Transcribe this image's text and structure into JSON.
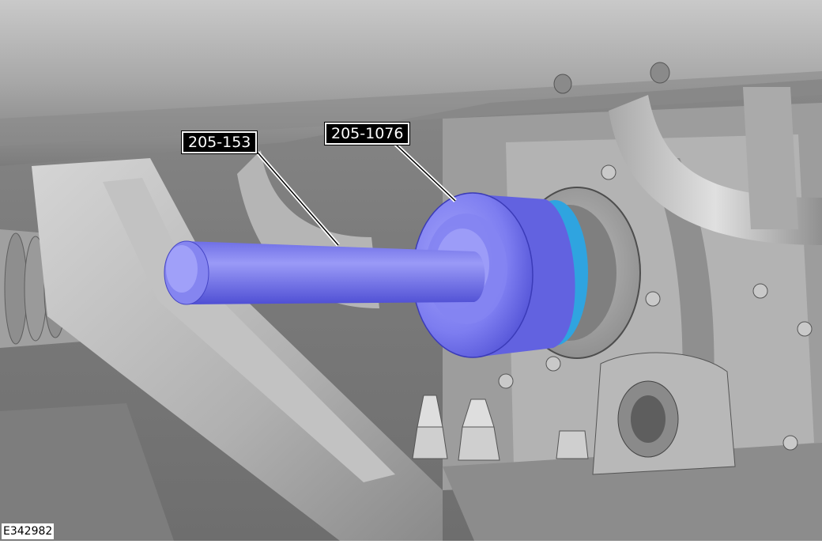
{
  "figure": {
    "id": "E342982",
    "callouts": [
      {
        "key": "tool_a",
        "label": "205-153"
      },
      {
        "key": "tool_b",
        "label": "205-1076"
      }
    ]
  },
  "colors": {
    "tool": "#7f7ff2",
    "tool_dark": "#4e4edb",
    "seal": "#2fa4e0",
    "metal_light": "#c8c8c8",
    "metal_mid": "#9a9a9a",
    "metal_dark": "#555555"
  }
}
